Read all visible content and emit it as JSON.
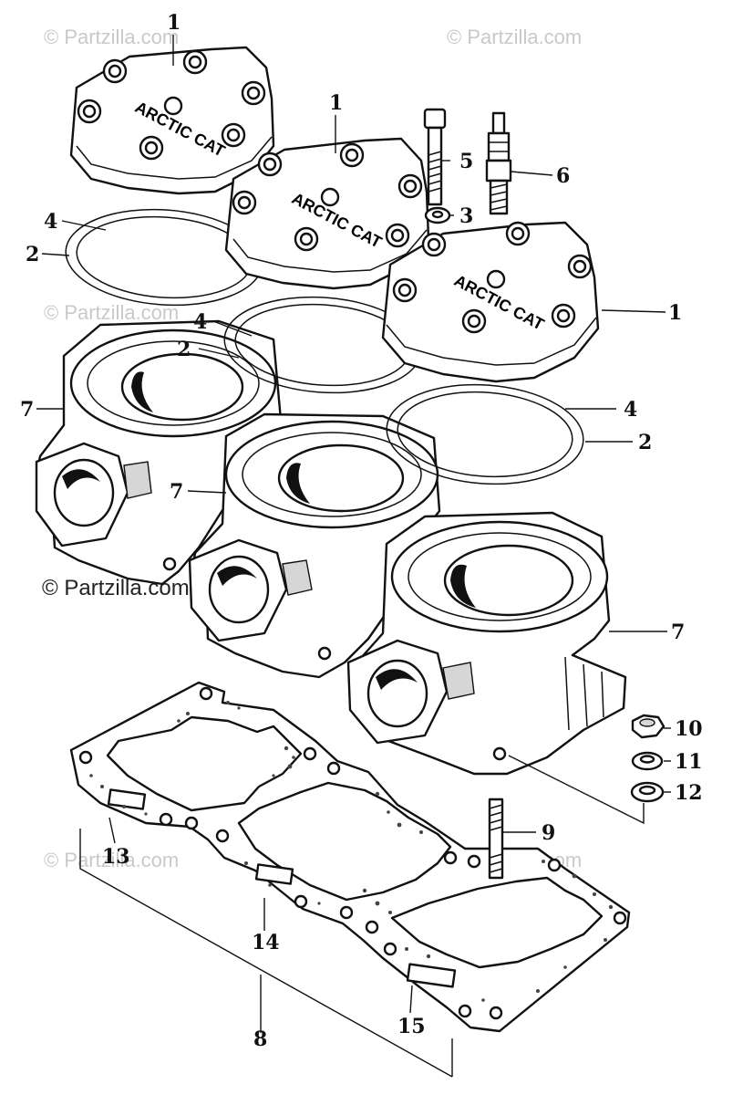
{
  "watermark": {
    "text": "© Partzilla.com",
    "copyright_text": "© Partzilla.com"
  },
  "callouts": {
    "c1_top": "1",
    "c1_middle": "1",
    "c1_right": "1",
    "c2_left_top": "2",
    "c2_left_mid": "2",
    "c2_right": "2",
    "c3": "3",
    "c4_left_top": "4",
    "c4_left_mid": "4",
    "c4_right": "4",
    "c5": "5",
    "c6": "6",
    "c7_left": "7",
    "c7_middle": "7",
    "c7_right": "7",
    "c8": "8",
    "c9": "9",
    "c10": "10",
    "c11": "11",
    "c12": "12",
    "c13": "13",
    "c14": "14",
    "c15": "15"
  },
  "head_casting_text": "ARCTIC CAT"
}
